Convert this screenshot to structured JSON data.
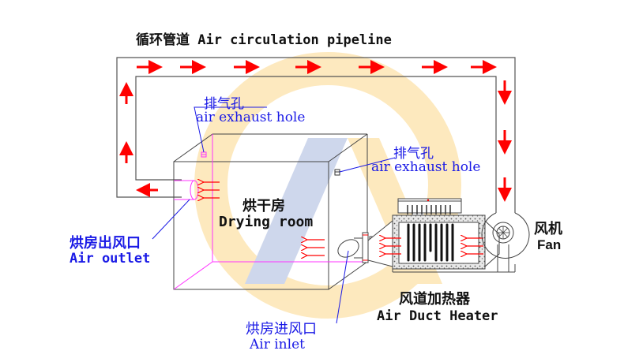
{
  "diagram": {
    "title": "循环管道 Air circulation pipeline",
    "labels": {
      "exhaust_top_cn": "排气孔",
      "exhaust_top_en": "air exhaust hole",
      "exhaust_right_cn": "排气孔",
      "exhaust_right_en": "air exhaust hole",
      "drying_room_cn": "烘干房",
      "drying_room_en": "Drying room",
      "air_outlet_cn": "烘房出风口",
      "air_outlet_en": "Air outlet",
      "air_inlet_cn": "烘房进风口",
      "air_inlet_en": "Air inlet",
      "heater_cn": "风道加热器",
      "heater_en": "Air Duct Heater",
      "fan_cn": "风机",
      "fan_en": "Fan"
    },
    "colors": {
      "arrow": "#ff0000",
      "callout": "#1a1ae6",
      "room_edge": "#ff33ff",
      "line": "#555555",
      "watermark_orange": "#fde7b8",
      "watermark_blue": "#c9d3ea"
    },
    "flow": {
      "top_arrows": "right",
      "right_arrows": "down",
      "left_arrows": "up",
      "return_arrow": "left"
    }
  }
}
